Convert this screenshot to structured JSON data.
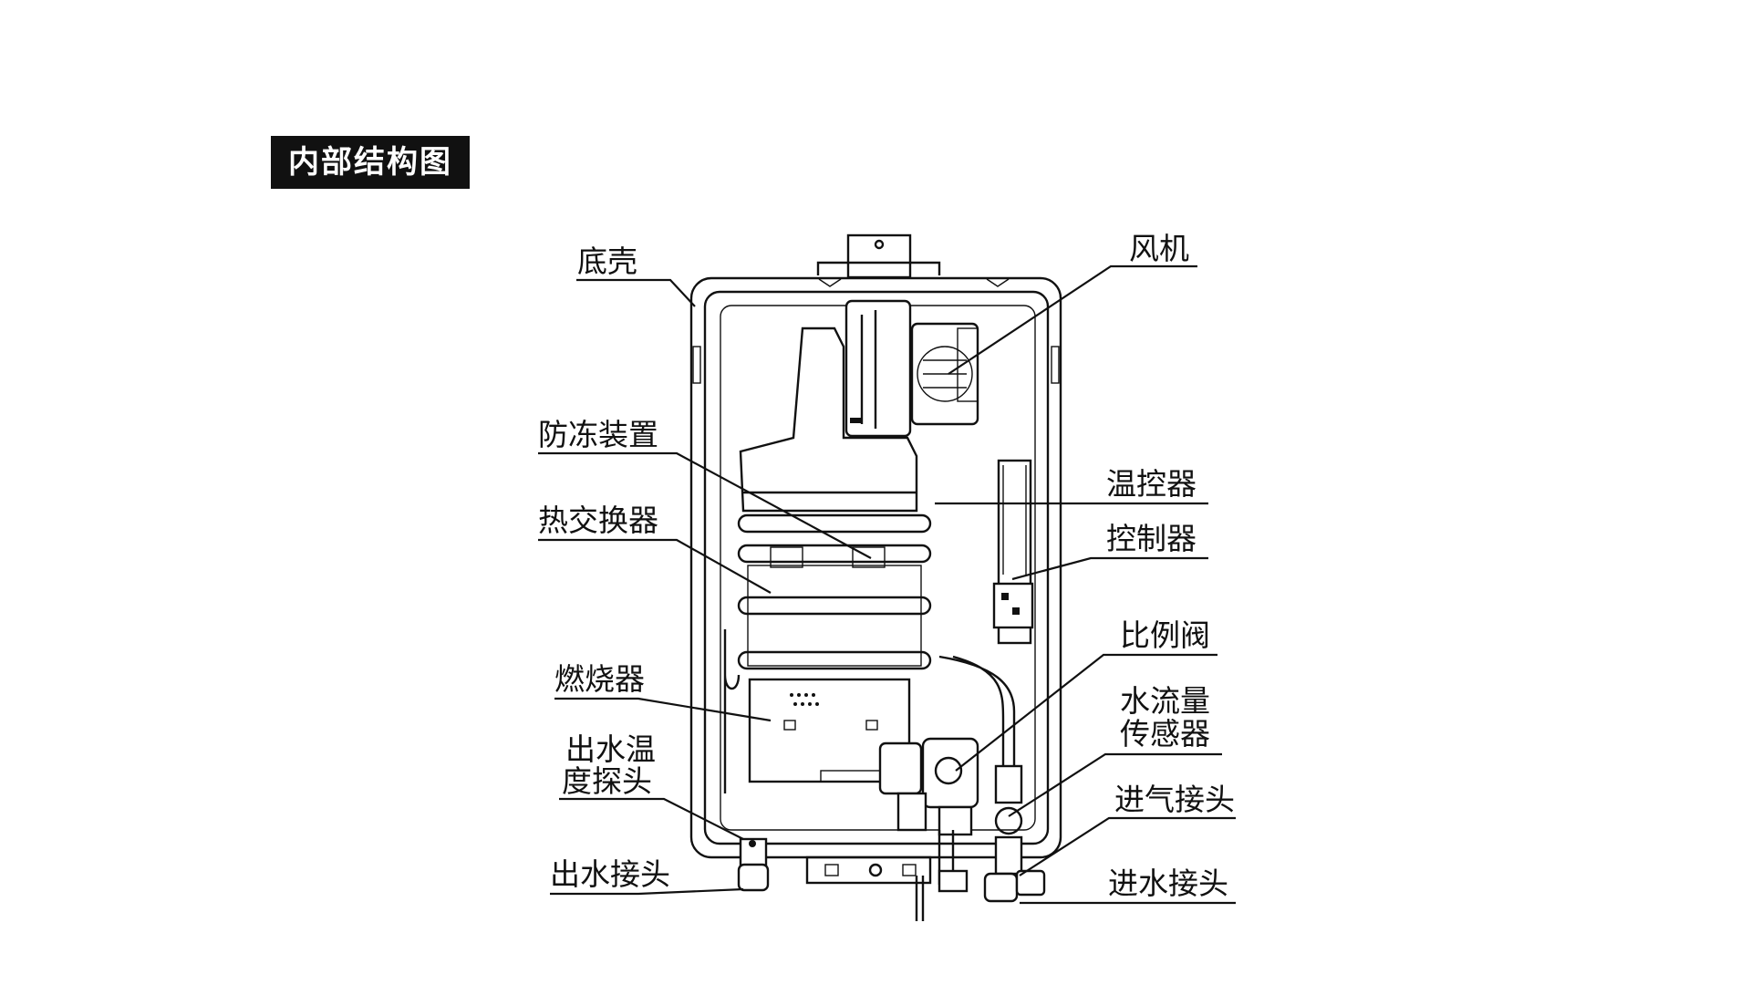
{
  "title": "内部结构图",
  "labels": {
    "bottom_shell": "底壳",
    "fan": "风机",
    "antifreeze": "防冻装置",
    "thermostat": "温控器",
    "heat_exchanger": "热交换器",
    "controller": "控制器",
    "proportional_valve": "比例阀",
    "burner": "燃烧器",
    "flow_sensor_line1": "水流量",
    "flow_sensor_line2": "传感器",
    "outlet_probe_line1": "出水温",
    "outlet_probe_line2": "度探头",
    "gas_inlet": "进气接头",
    "water_outlet": "出水接头",
    "water_inlet": "进水接头"
  },
  "colors": {
    "ink": "#111111",
    "title_bg": "#111111",
    "title_text": "#ffffff"
  }
}
